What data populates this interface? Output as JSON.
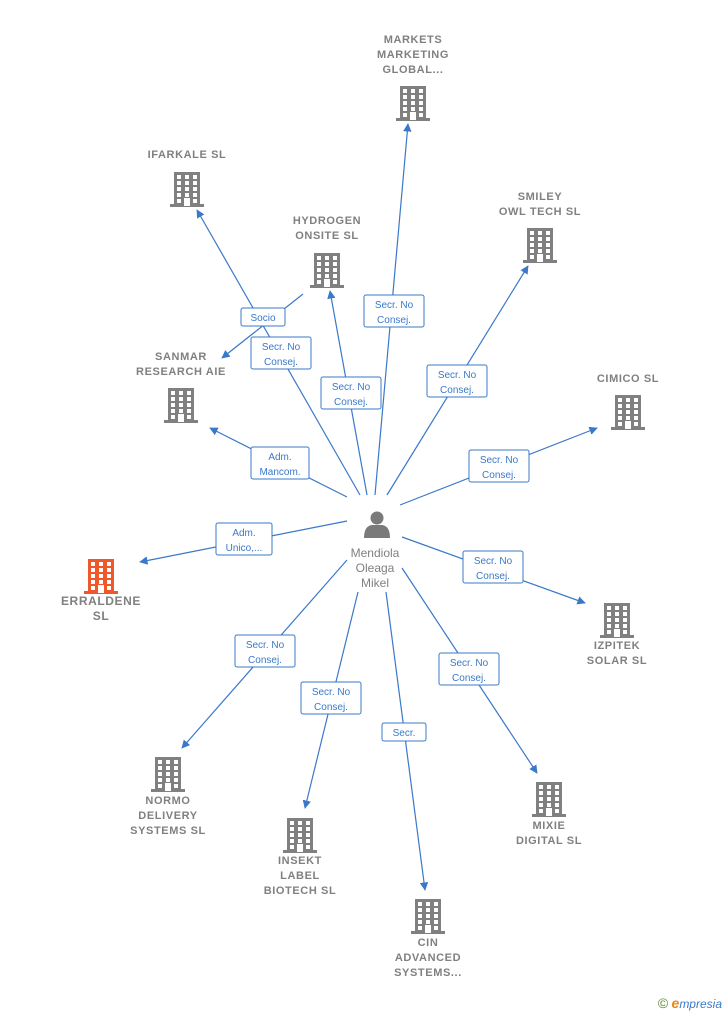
{
  "center": {
    "name_lines": [
      "Mendiola",
      "Oleaga",
      "Mikel"
    ]
  },
  "colors": {
    "edge": "#3a78c9",
    "company": "#808080",
    "highlight": "#f0582a",
    "person": "#808080"
  },
  "companies": [
    {
      "id": "markets",
      "label_lines": [
        "MARKETS",
        "MARKETING",
        "GLOBAL..."
      ],
      "highlight": false
    },
    {
      "id": "ifarkale",
      "label_lines": [
        "IFARKALE  SL"
      ],
      "highlight": false
    },
    {
      "id": "hydrogen",
      "label_lines": [
        "HYDROGEN",
        "ONSITE  SL"
      ],
      "highlight": false
    },
    {
      "id": "smiley",
      "label_lines": [
        "SMILEY",
        "OWL TECH SL"
      ],
      "highlight": false
    },
    {
      "id": "sanmar",
      "label_lines": [
        "SANMAR",
        "RESEARCH AIE"
      ],
      "highlight": false
    },
    {
      "id": "cimico",
      "label_lines": [
        "CIMICO  SL"
      ],
      "highlight": false
    },
    {
      "id": "erraldene",
      "label_lines": [
        "ERRALDENE",
        "SL"
      ],
      "highlight": true
    },
    {
      "id": "izpitek",
      "label_lines": [
        "IZPITEK",
        "SOLAR  SL"
      ],
      "highlight": false
    },
    {
      "id": "normo",
      "label_lines": [
        "NORMO",
        "DELIVERY",
        "SYSTEMS  SL"
      ],
      "highlight": false
    },
    {
      "id": "insekt",
      "label_lines": [
        "INSEKT",
        "LABEL",
        "BIOTECH  SL"
      ],
      "highlight": false
    },
    {
      "id": "cin",
      "label_lines": [
        "CIN",
        "ADVANCED",
        "SYSTEMS..."
      ],
      "highlight": false
    },
    {
      "id": "mixie",
      "label_lines": [
        "MIXIE",
        "DIGITAL  SL"
      ],
      "highlight": false
    }
  ],
  "edges": [
    {
      "to": "markets",
      "label_lines": [
        "Secr.  No",
        "Consej."
      ]
    },
    {
      "to": "ifarkale",
      "label_lines": [
        "Secr.  No",
        "Consej."
      ]
    },
    {
      "to": "hydrogen",
      "label_lines": [
        "Secr.  No",
        "Consej."
      ]
    },
    {
      "to": "smiley",
      "label_lines": [
        "Secr.  No",
        "Consej."
      ]
    },
    {
      "to": "sanmar",
      "label_lines": [
        "Adm.",
        "Mancom."
      ]
    },
    {
      "to": "cimico",
      "label_lines": [
        "Secr.  No",
        "Consej."
      ]
    },
    {
      "to": "erraldene",
      "label_lines": [
        "Adm.",
        "Unico,..."
      ]
    },
    {
      "to": "izpitek",
      "label_lines": [
        "Secr.  No",
        "Consej."
      ]
    },
    {
      "to": "normo",
      "label_lines": [
        "Secr.  No",
        "Consej."
      ]
    },
    {
      "to": "insekt",
      "label_lines": [
        "Secr.  No",
        "Consej."
      ]
    },
    {
      "to": "cin",
      "label_lines": [
        "Secr."
      ]
    },
    {
      "to": "mixie",
      "label_lines": [
        "Secr.  No",
        "Consej."
      ]
    },
    {
      "from": "hydrogen",
      "to": "sanmar",
      "label_lines": [
        "Socio"
      ]
    }
  ],
  "footer": {
    "copyright": "©",
    "brand_initial": "e",
    "brand_rest": "mpresia"
  }
}
